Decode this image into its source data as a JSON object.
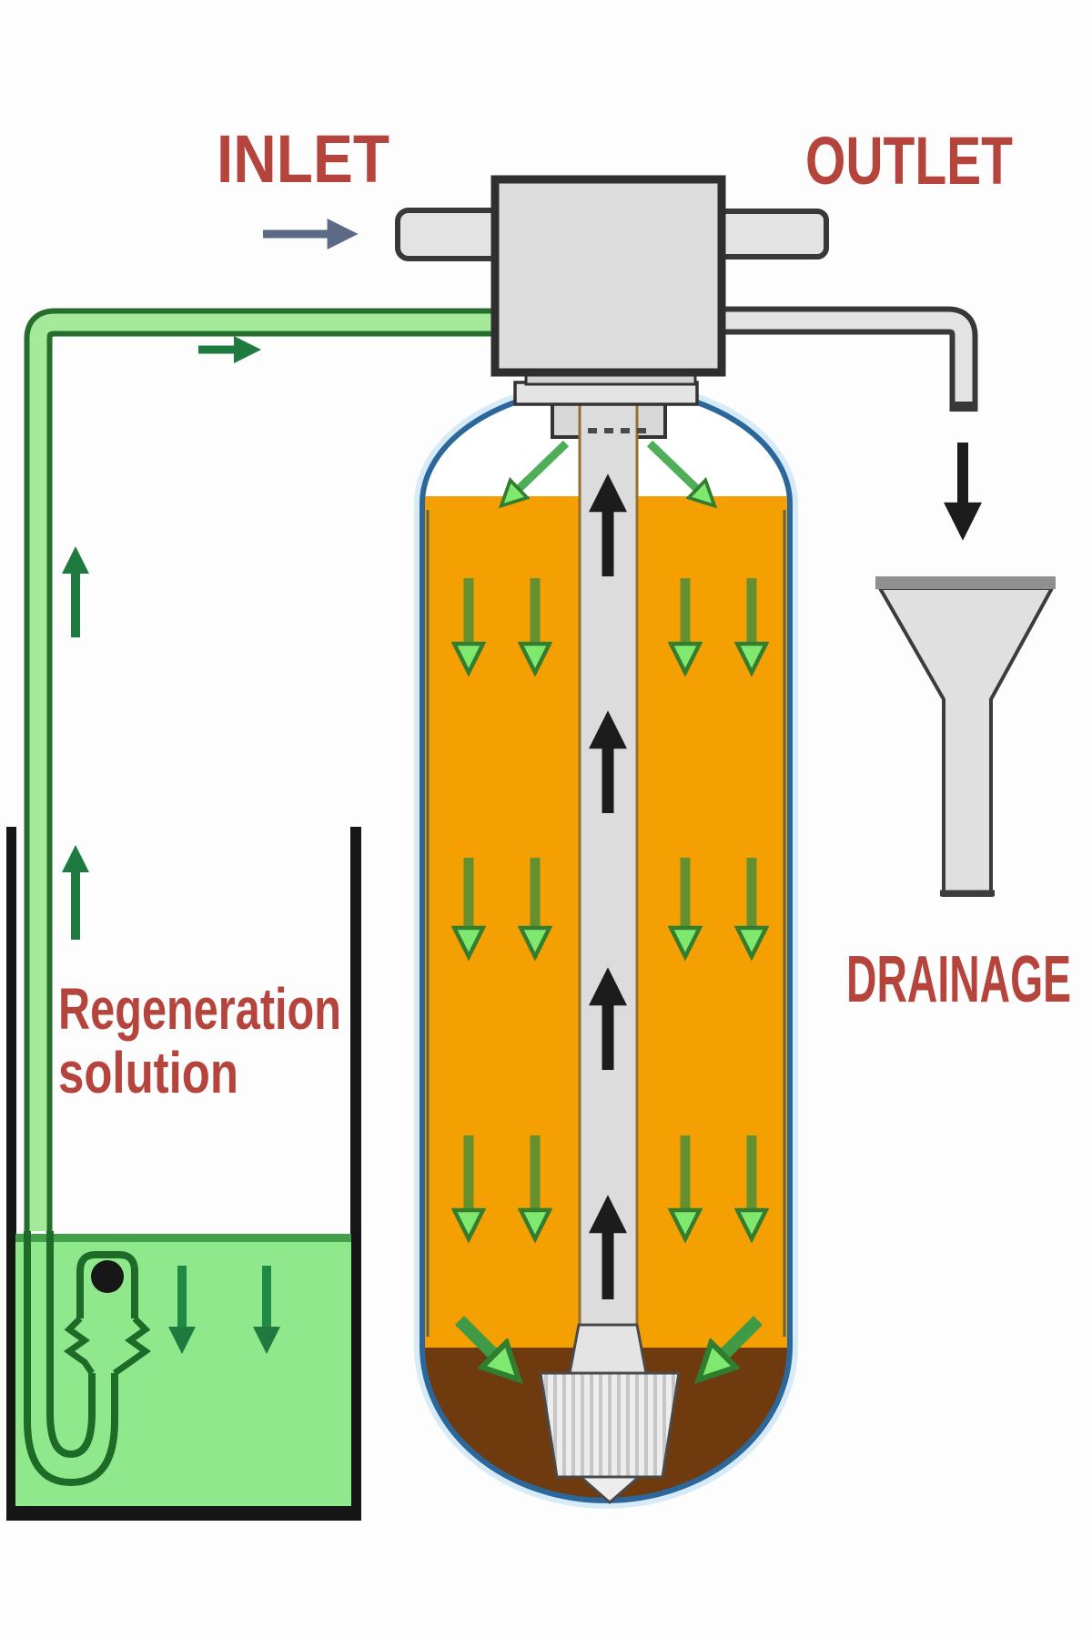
{
  "labels": {
    "inlet": "INLET",
    "outlet": "OUTLET",
    "drainage": "DRAINAGE",
    "regeneration_line1": "Regeneration",
    "regeneration_line2": "solution"
  },
  "colors": {
    "label_red": "#b5443c",
    "resin_orange": "#f5a002",
    "sediment_brown": "#6f3a0d",
    "tank_outline_blue": "#2b679b",
    "tank_halo_blue": "#d6ebf7",
    "valve_gray": "#dcdcdc",
    "pipe_gray": "#e3e3e3",
    "pipe_outline": "#383838",
    "green_pipe_fill": "#a5ea9a",
    "green_pipe_stroke": "#266e2b",
    "brine_liquid_green": "#8fe98c",
    "brine_surface_green": "#43a04a",
    "container_black": "#161616",
    "arrow_black": "#1c1c1c",
    "arrow_inlet_slate": "#5b6a85",
    "arrow_dark_green": "#1f7a40",
    "arrow_stem_olive": "#66902f",
    "arrow_head_light_green": "#7fe96f",
    "riser_gray": "#dcdcdc",
    "riser_edge_brown": "#97702f",
    "funnel_gray": "#e0e0e0",
    "funnel_rim_gray": "#8f8f8f"
  }
}
